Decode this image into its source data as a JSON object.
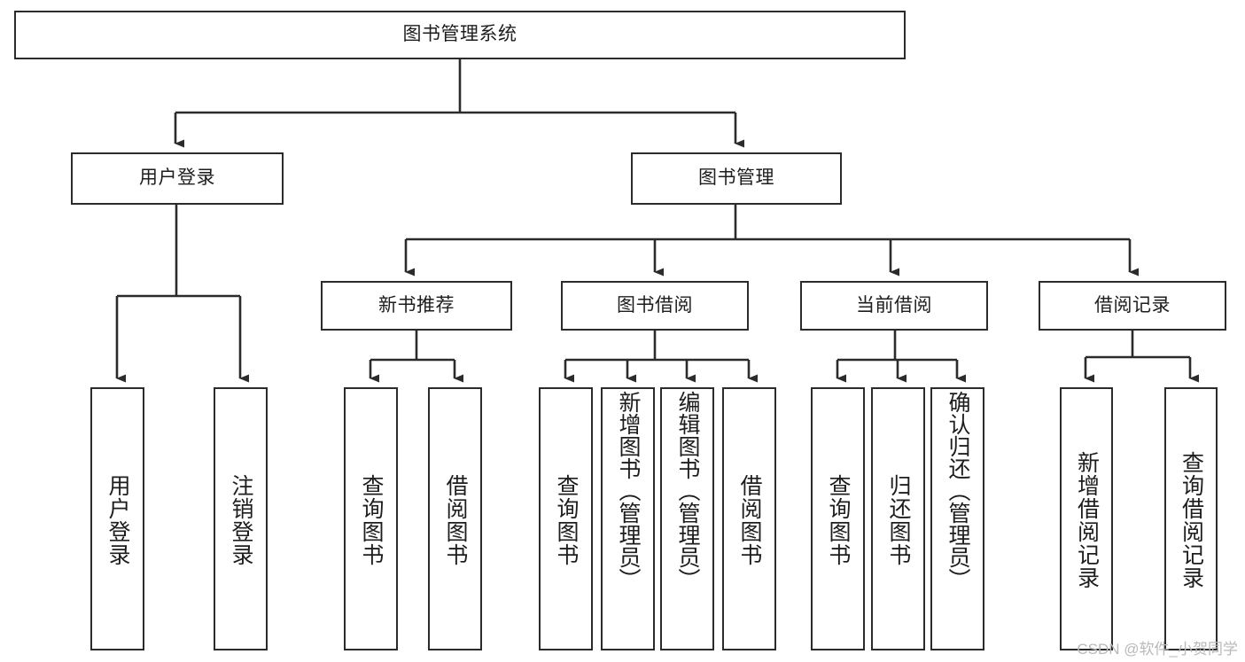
{
  "diagram": {
    "type": "hierarchy-tree",
    "title": "图书管理系统",
    "levels": 4,
    "watermark": "CSDN @软件_小贺同学",
    "colors": {
      "background": "#ffffff",
      "node_border": "#2b2b2b",
      "node_fill": "#ffffff",
      "connector": "#2b2b2b",
      "text": "#1d1d1d",
      "watermark": "#b9b9b9"
    }
  },
  "nodes": {
    "root": {
      "label": "图书管理系统",
      "level": 0
    },
    "level1": [
      {
        "id": "user-login",
        "label": "用户登录"
      },
      {
        "id": "book-management",
        "label": "图书管理"
      }
    ],
    "level2": [
      {
        "id": "new-book-recommend",
        "label": "新书推荐",
        "parent": "book-management"
      },
      {
        "id": "book-borrow",
        "label": "图书借阅",
        "parent": "book-management"
      },
      {
        "id": "current-borrow",
        "label": "当前借阅",
        "parent": "book-management"
      },
      {
        "id": "borrow-record",
        "label": "借阅记录",
        "parent": "book-management"
      }
    ],
    "leaves": [
      {
        "id": "leaf-user-login",
        "label": "用户登录",
        "parent": "user-login"
      },
      {
        "id": "leaf-user-logout",
        "label": "注销登录",
        "parent": "user-login"
      },
      {
        "id": "leaf-query-book-1",
        "label": "查询图书",
        "parent": "new-book-recommend"
      },
      {
        "id": "leaf-borrow-book-1",
        "label": "借阅图书",
        "parent": "new-book-recommend"
      },
      {
        "id": "leaf-query-book-2",
        "label": "查询图书",
        "parent": "book-borrow"
      },
      {
        "id": "leaf-add-book",
        "label": "新增图书（管理员）",
        "parent": "book-borrow"
      },
      {
        "id": "leaf-edit-book",
        "label": "编辑图书（管理员）",
        "parent": "book-borrow"
      },
      {
        "id": "leaf-borrow-book-2",
        "label": "借阅图书",
        "parent": "book-borrow"
      },
      {
        "id": "leaf-query-book-3",
        "label": "查询图书",
        "parent": "current-borrow"
      },
      {
        "id": "leaf-return-book",
        "label": "归还图书",
        "parent": "current-borrow"
      },
      {
        "id": "leaf-confirm-return",
        "label": "确认归还（管理员）",
        "parent": "current-borrow"
      },
      {
        "id": "leaf-add-record",
        "label": "新增借阅记录",
        "parent": "borrow-record"
      },
      {
        "id": "leaf-query-record",
        "label": "查询借阅记录",
        "parent": "borrow-record"
      }
    ]
  }
}
